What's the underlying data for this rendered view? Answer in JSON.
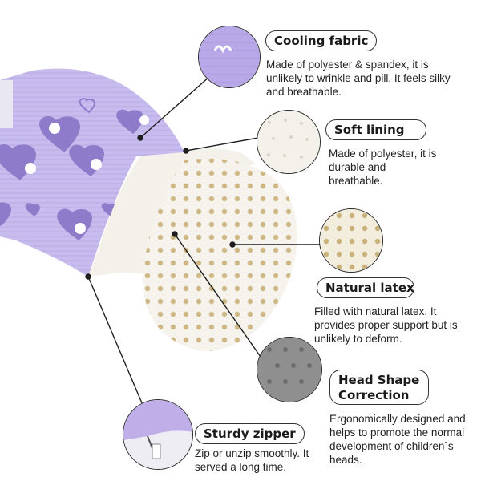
{
  "features": [
    {
      "title": "Cooling fabric",
      "description": "Made of polyester & spandex, it is unlikely to wrinkle and pill. It feels silky and breathable.",
      "icon": "purple-fabric-closeup"
    },
    {
      "title": "Soft lining",
      "description": "Made of polyester, it is durable and breathable.",
      "icon": "white-lining-closeup"
    },
    {
      "title": "Natural latex",
      "description": "Filled with natural latex. It provides proper support but is unlikely to deform.",
      "icon": "latex-closeup"
    },
    {
      "title": "Head Shape Correction",
      "description": "Ergonomically designed and helps to promote the normal development of children`s heads.",
      "icon": "gray-pillow-closeup"
    },
    {
      "title": "Sturdy zipper",
      "description": "Zip or unzip smoothly. It served a long time.",
      "icon": "zipper-closeup"
    }
  ],
  "colors": {
    "fabric": "#c9bdf0",
    "fabric_dark": "#8c79c9",
    "latex": "#f4f1ea",
    "lining": "#f5f4ef",
    "outline": "#2a2a2a"
  }
}
